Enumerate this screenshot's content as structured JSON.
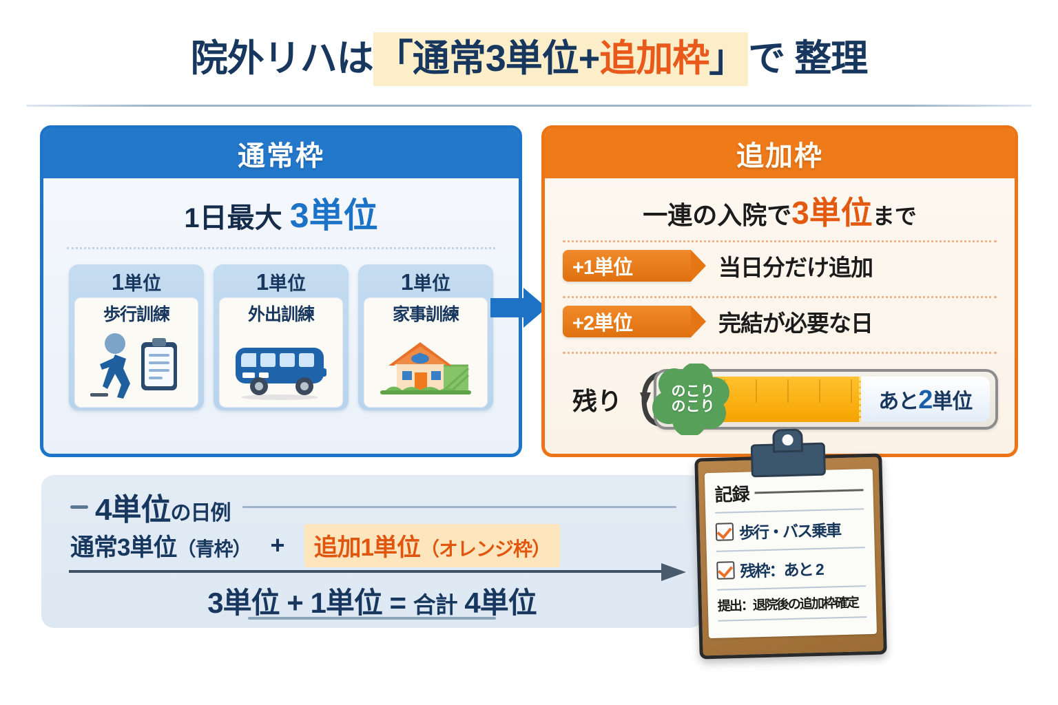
{
  "title": {
    "prefix": "院外リハは",
    "bracket_open": "「",
    "highlight_blue": "通常3単位+",
    "highlight_orange": "追加枠",
    "bracket_close": "」",
    "suffix": "で 整理"
  },
  "left_panel": {
    "header": "通常枠",
    "lead_prefix": "1日最大",
    "lead_big": "3単位",
    "cards": [
      {
        "unit_num": "1",
        "unit_suffix": "単位",
        "label": "歩行訓練",
        "icon": "walking-person-clipboard-icon"
      },
      {
        "unit_num": "1",
        "unit_suffix": "単位",
        "label": "外出訓練",
        "icon": "bus-icon"
      },
      {
        "unit_num": "1",
        "unit_suffix": "単位",
        "label": "家事訓練",
        "icon": "house-icon"
      }
    ]
  },
  "flow_arrow": {
    "icon": "right-arrow-icon"
  },
  "right_panel": {
    "header": "追加枠",
    "lead_prefix": "一連の入院で",
    "lead_big": "3単位",
    "lead_tail": "まで",
    "rows": [
      {
        "badge": "+1単位",
        "text": "当日分だけ追加"
      },
      {
        "badge": "+2単位",
        "text": "完結が必要な日"
      }
    ],
    "gauge": {
      "remain_label": "残り",
      "cloud_line1": "のこり",
      "cloud_line2": "のこり",
      "fill_percent": "60",
      "rest_prefix": "あと",
      "rest_num": "2",
      "rest_suffix": "単位"
    }
  },
  "bottom_panel": {
    "heading_num": "4単位",
    "heading_suffix": "の日例",
    "normal_text": "通常3単位",
    "normal_note": "（青枠）",
    "plus": "+",
    "extra_text": "追加1単位",
    "extra_note": "（オレンジ枠）",
    "sum_a": "3単位",
    "sum_plus": "+",
    "sum_b": "1単位",
    "sum_eq": "=",
    "sum_total_label": "合計",
    "sum_total": "4単位"
  },
  "clipboard": {
    "title": "記録",
    "items": [
      {
        "text": "歩行・バス乗車",
        "checked": true
      },
      {
        "text": "残枠：あと 2",
        "checked": true
      }
    ],
    "note": "提出：退院後の追加枠確定"
  },
  "colors": {
    "blue_header": "#2378cb",
    "orange_header": "#ee7a1a",
    "navy_text": "#17375e",
    "accent_blue": "#1b72c6",
    "accent_orange": "#e2590f",
    "highlight_cream": "#fbeec8",
    "gauge_orange": "#f5a300",
    "cloud_green": "#57a05a"
  }
}
